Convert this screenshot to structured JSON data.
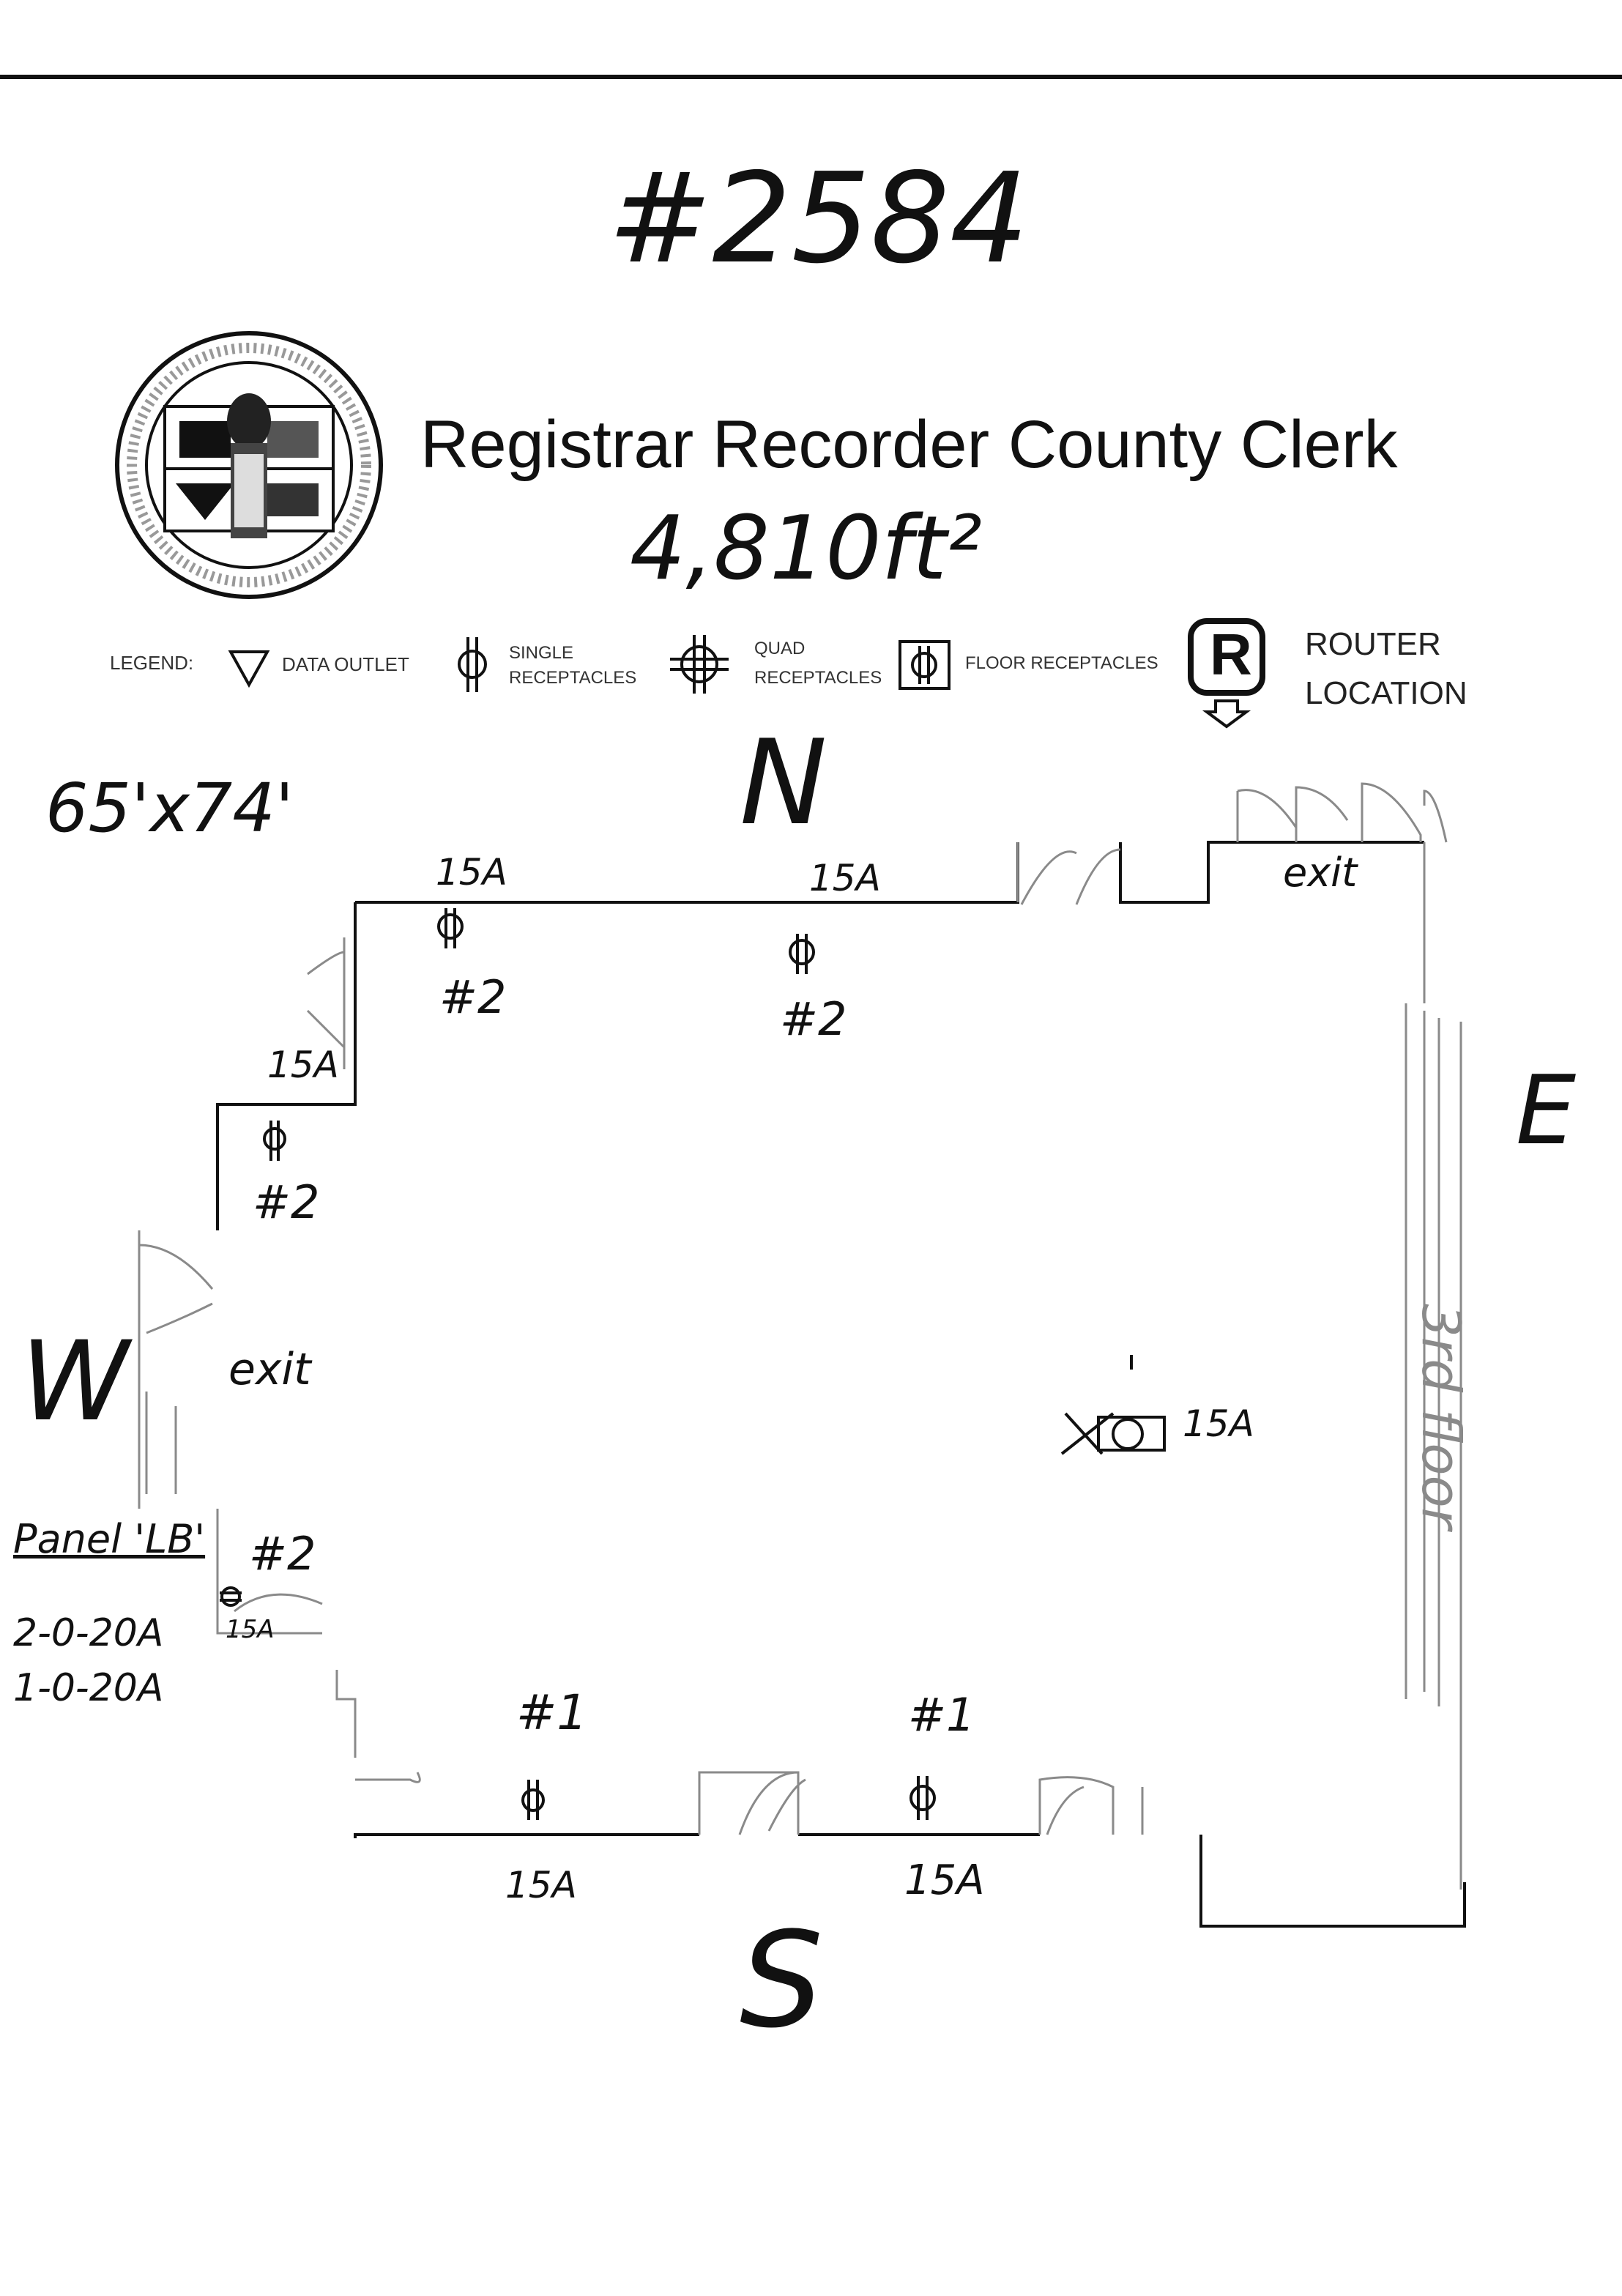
{
  "header": {
    "doc_number": "#2584",
    "title": "Registrar Recorder County Clerk",
    "area": "4,810ft²"
  },
  "legend": {
    "label": "LEGEND:",
    "items": [
      {
        "icon": "triangle-icon",
        "label": "DATA OUTLET"
      },
      {
        "icon": "single-receptacle-icon",
        "label_line1": "SINGLE",
        "label_line2": "RECEPTACLES"
      },
      {
        "icon": "quad-receptacle-icon",
        "label_line1": "QUAD",
        "label_line2": "RECEPTACLES"
      },
      {
        "icon": "floor-receptacle-icon",
        "label": "FLOOR RECEPTACLES"
      },
      {
        "icon": "router-icon",
        "symbol": "R",
        "label_line1": "ROUTER",
        "label_line2": "LOCATION"
      }
    ]
  },
  "dimensions": "65'x74'",
  "compass": {
    "north": "N",
    "south": "S",
    "east": "E",
    "west": "W"
  },
  "exits": {
    "north": "exit",
    "west": "exit"
  },
  "receptacles": {
    "north_left": {
      "amps": "15A",
      "circuit": "#2"
    },
    "north_mid": {
      "amps": "15A",
      "circuit": "#2"
    },
    "west_upper": {
      "amps": "15A",
      "circuit": "#2"
    },
    "west_lower": {
      "amps": "15A",
      "circuit": "#2"
    },
    "south_left": {
      "amps": "15A",
      "circuit": "#1"
    },
    "south_right": {
      "amps": "15A",
      "circuit": "#1"
    },
    "floor": {
      "amps": "15A"
    }
  },
  "panel": {
    "name": "Panel 'LB'",
    "line1": "2-0-20A",
    "line2": "1-0-20A"
  },
  "east_note": "3rd floor",
  "colors": {
    "ink": "#111111",
    "pencil": "#8a8a8a",
    "paper": "#ffffff"
  }
}
